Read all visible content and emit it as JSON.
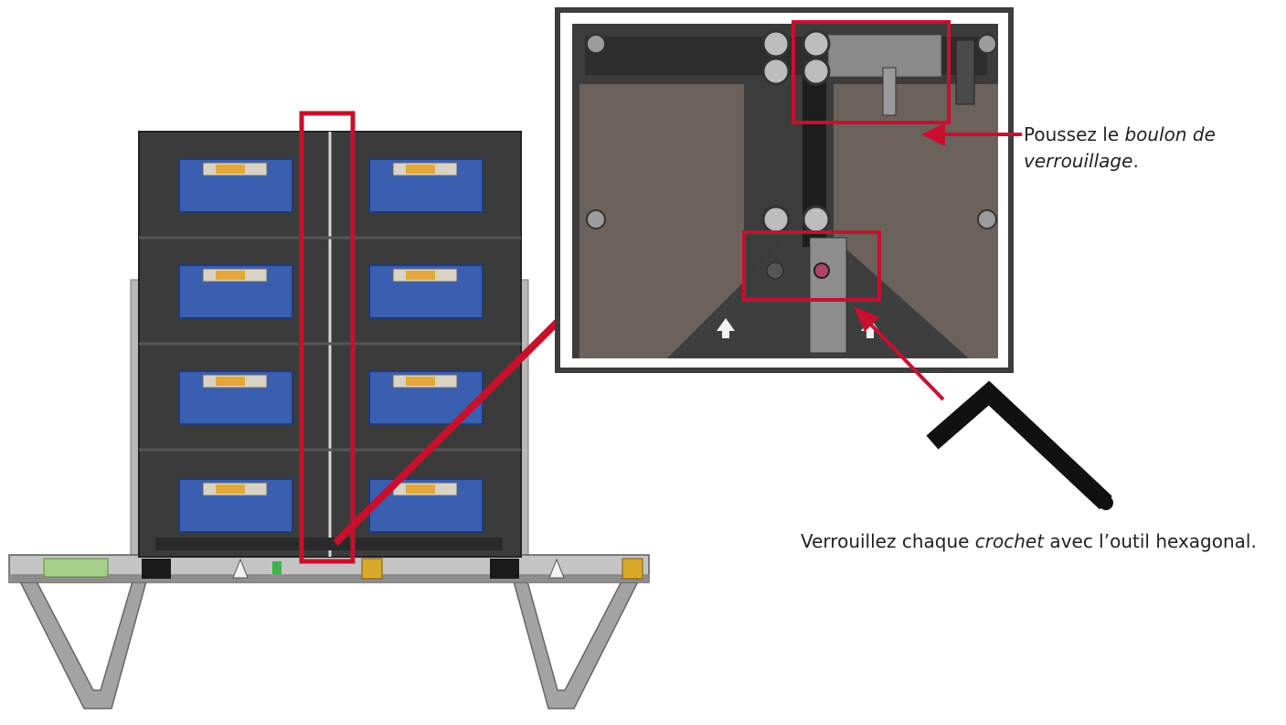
{
  "instructions": {
    "push_bolt": {
      "prefix": "Poussez le ",
      "emphasis": "boulon de verrouillage",
      "suffix": "."
    },
    "lock_hook": {
      "prefix": "Verrouillez chaque ",
      "emphasis": "crochet",
      "suffix": " avec l’outil hexagonal."
    }
  },
  "colors": {
    "callout_red": "#c8102e",
    "cabinet_frame": "#3a3a3a",
    "module_blue": "#3a5fb0",
    "detail_plate": "#6b625c",
    "tool_black": "#111111",
    "stand_gray": "#9a9a9a"
  },
  "icons": {
    "tool": "hex-key-icon"
  }
}
